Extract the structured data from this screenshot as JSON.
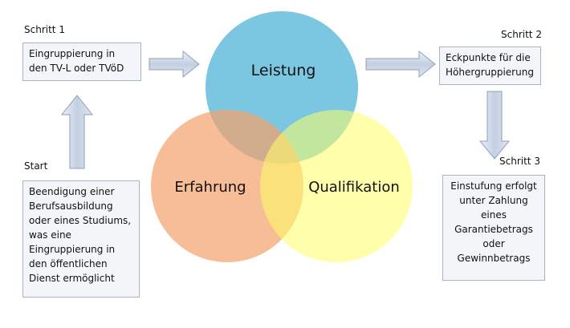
{
  "labels": {
    "step1": "Schritt 1",
    "step2": "Schritt 2",
    "step3": "Schritt 3",
    "start": "Start"
  },
  "boxes": {
    "step1": [
      "Eingruppierung in",
      "den TV-L oder TVöD"
    ],
    "step2": [
      "Eckpunkte für die",
      "Höhergruppierung"
    ],
    "step3": [
      "Einstufung erfolgt",
      "unter Zahlung",
      "eines",
      "Garantiebetrags",
      "oder",
      "Gewinnbetrags"
    ],
    "start": [
      "Beendigung einer",
      "Berufsausbildung",
      "oder eines Studiums,",
      "was eine",
      "Eingruppierung in",
      "den öffentlichen",
      "Dienst ermöglicht"
    ]
  },
  "venn": {
    "top": "Leistung",
    "left": "Erfahrung",
    "right": "Qualifikation"
  },
  "colors": {
    "top_circle": "#4fb4d8",
    "left_circle": "#f2a36e",
    "right_circle": "#ffff70",
    "arrow_fill": "#c8d4e6",
    "arrow_stroke": "#8e9fb8",
    "box_border": "#a9b4c2",
    "box_fill": "#f3f5f8"
  }
}
